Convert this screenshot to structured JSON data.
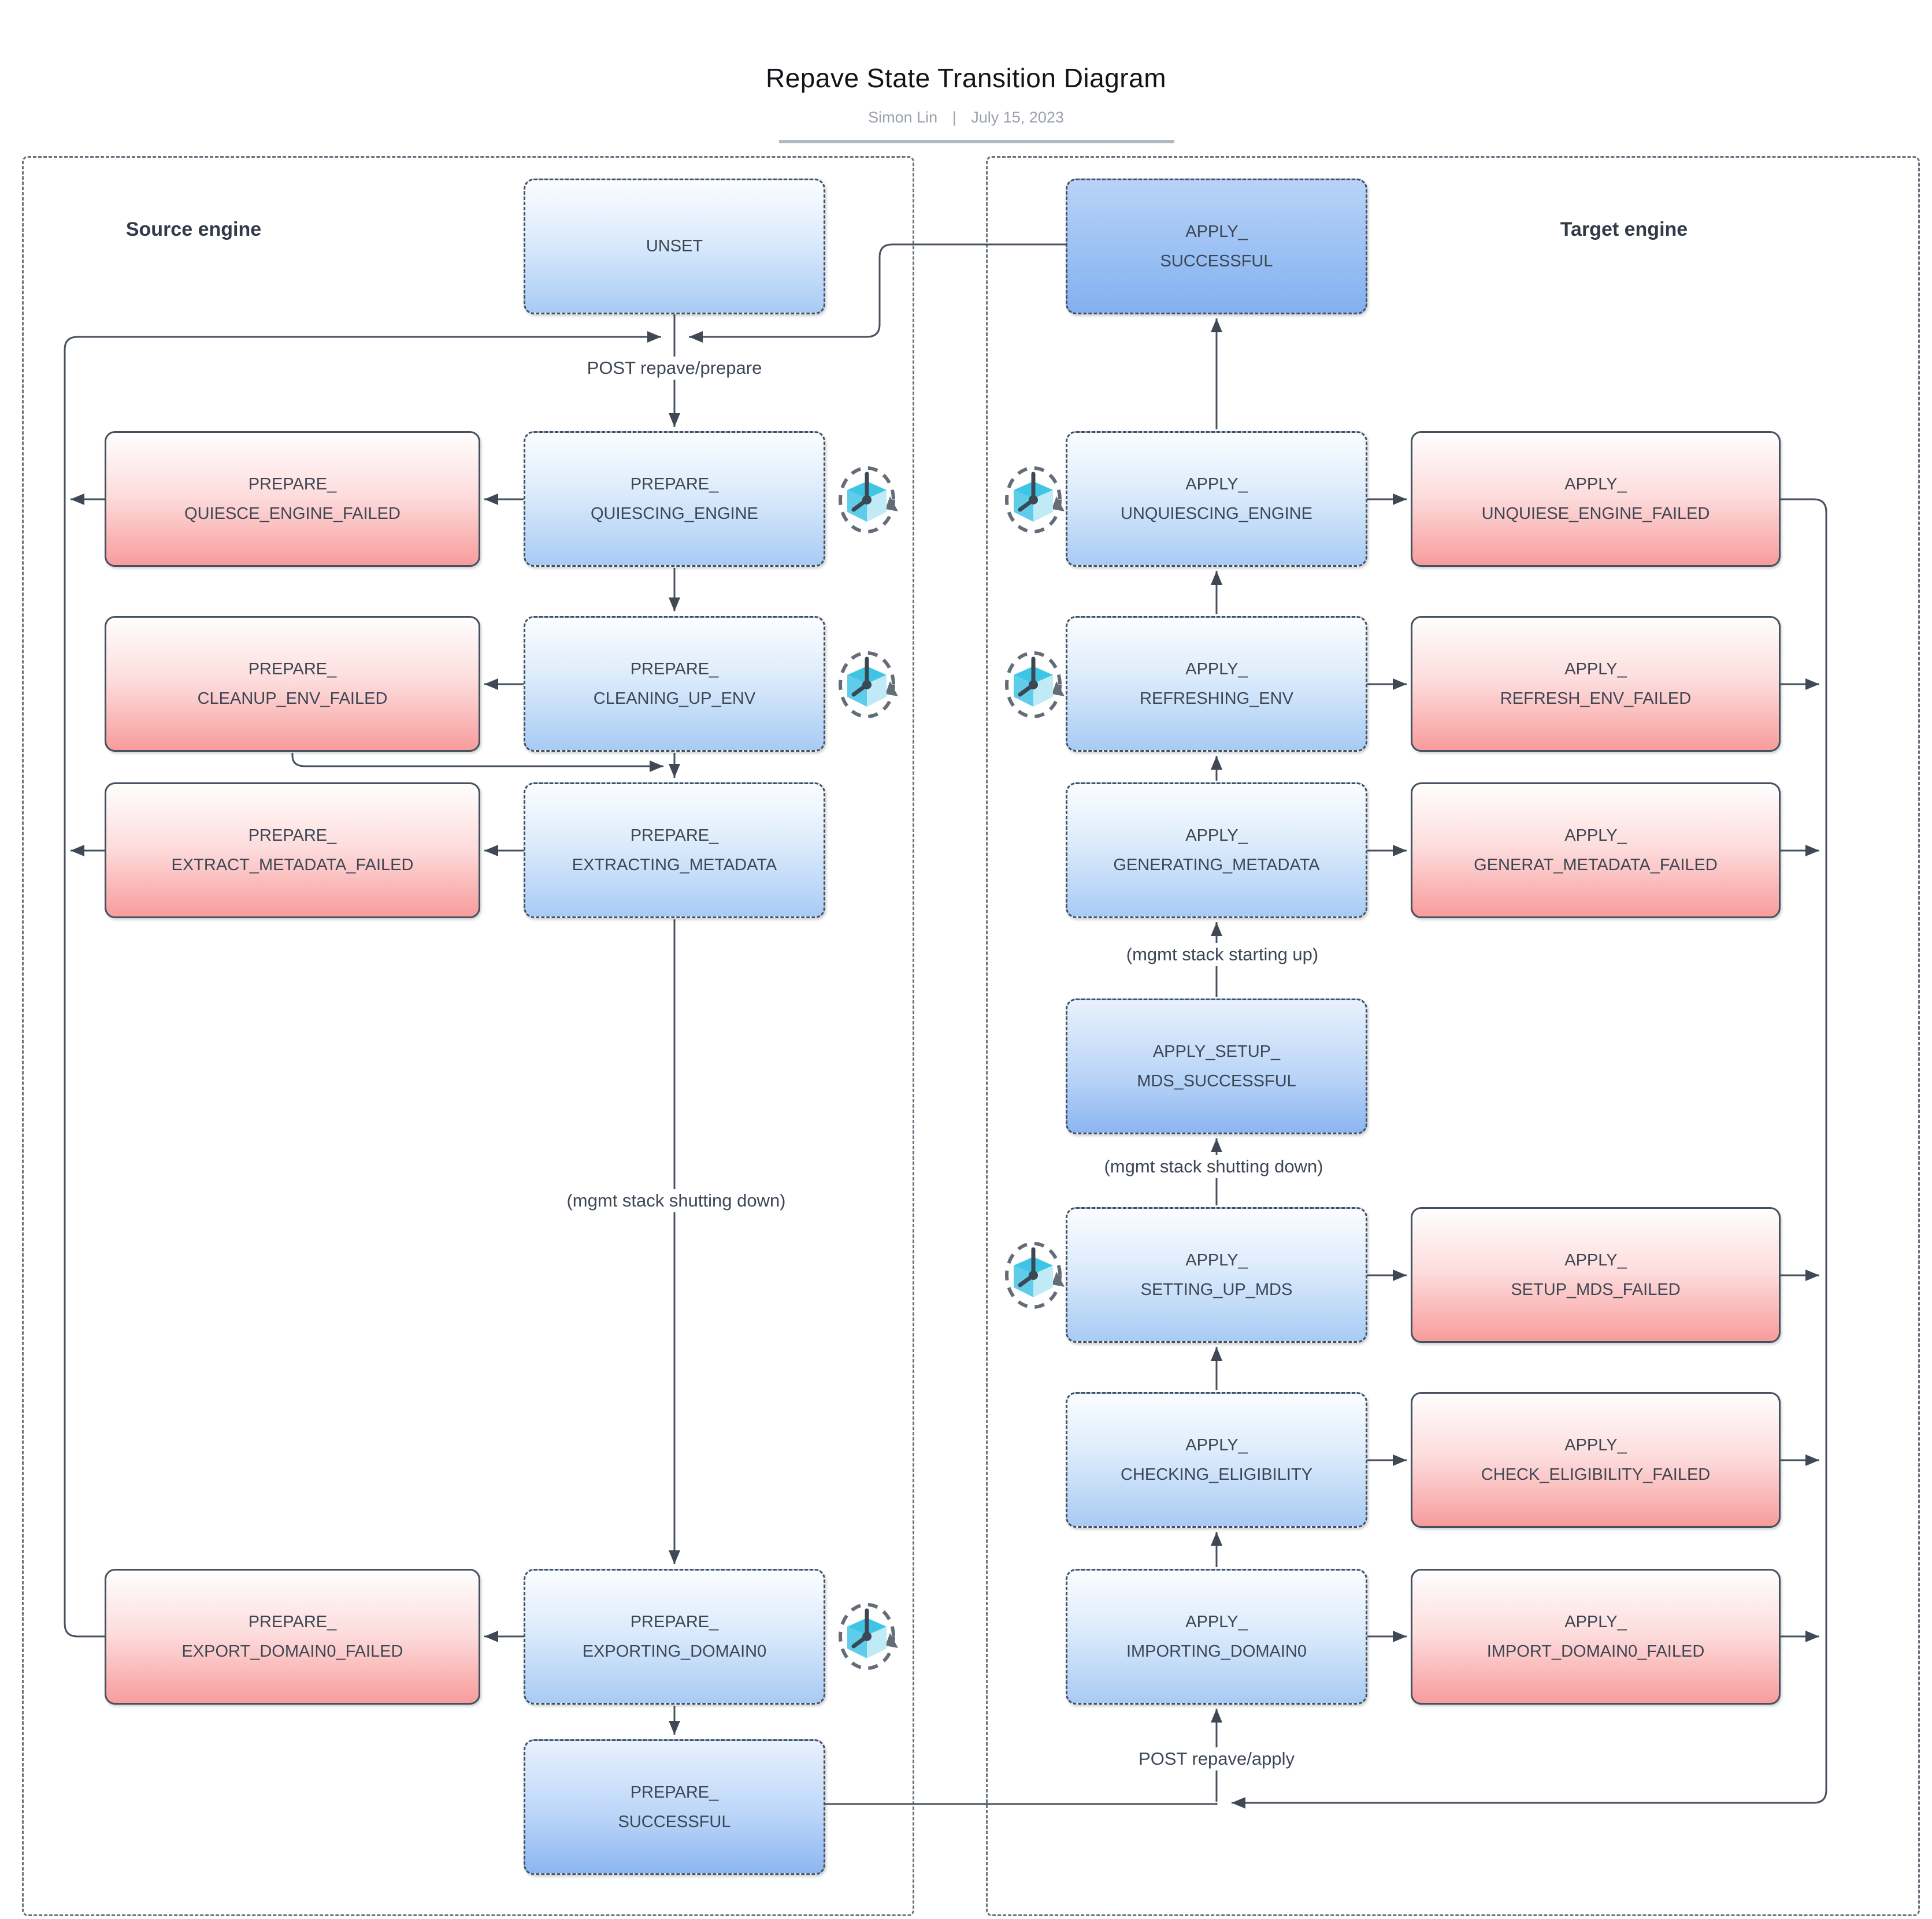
{
  "title": "Repave State Transition Diagram",
  "byline": {
    "author": "Simon Lin",
    "separator": "|",
    "date": "July 15, 2023"
  },
  "containers": {
    "source": "Source engine",
    "target": "Target engine"
  },
  "states": {
    "unset": "UNSET",
    "prepare_quiescing_engine": "PREPARE_\nQUIESCING_ENGINE",
    "prepare_quiesce_engine_failed": "PREPARE_\nQUIESCE_ENGINE_FAILED",
    "prepare_cleaning_up_env": "PREPARE_\nCLEANING_UP_ENV",
    "prepare_cleanup_env_failed": "PREPARE_\nCLEANUP_ENV_FAILED",
    "prepare_extracting_metadata": "PREPARE_\nEXTRACTING_METADATA",
    "prepare_extract_metadata_failed": "PREPARE_\nEXTRACT_METADATA_FAILED",
    "prepare_exporting_domain0": "PREPARE_\nEXPORTING_DOMAIN0",
    "prepare_export_domain0_failed": "PREPARE_\nEXPORT_DOMAIN0_FAILED",
    "prepare_successful": "PREPARE_\nSUCCESSFUL",
    "apply_successful": "APPLY_\nSUCCESSFUL",
    "apply_unquiescing_engine": "APPLY_\nUNQUIESCING_ENGINE",
    "apply_unquiese_engine_failed": "APPLY_\nUNQUIESE_ENGINE_FAILED",
    "apply_refreshing_env": "APPLY_\nREFRESHING_ENV",
    "apply_refresh_env_failed": "APPLY_\nREFRESH_ENV_FAILED",
    "apply_generating_metadata": "APPLY_\nGENERATING_METADATA",
    "apply_generat_metadata_failed": "APPLY_\nGENERAT_METADATA_FAILED",
    "apply_setup_mds_successful": "APPLY_SETUP_\nMDS_SUCCESSFUL",
    "apply_setting_up_mds": "APPLY_\nSETTING_UP_MDS",
    "apply_setup_mds_failed": "APPLY_\nSETUP_MDS_FAILED",
    "apply_checking_eligibility": "APPLY_\nCHECKING_ELIGIBILITY",
    "apply_check_eligibility_failed": "APPLY_\nCHECK_ELIGIBILITY_FAILED",
    "apply_importing_domain0": "APPLY_\nIMPORTING_DOMAIN0",
    "apply_import_domain0_failed": "APPLY_\nIMPORT_DOMAIN0_FAILED"
  },
  "edge_labels": {
    "post_prepare": "POST repave/prepare",
    "mgmt_shutting_down_source": "(mgmt stack shutting down)",
    "mgmt_starting_up": "(mgmt stack starting up)",
    "mgmt_shutting_down_target": "(mgmt stack shutting down)",
    "post_apply": "POST repave/apply"
  },
  "icons": {
    "retry_clock": "clock-cube-cycle-icon"
  },
  "colors": {
    "progress_fill_bottom": "#a8cbf4",
    "success_fill_bottom": "#86b2f1",
    "failed_fill_bottom": "#f89c9c",
    "node_border": "#46505e",
    "connector": "#47505c",
    "icon_cyan_top": "#3ec5e6",
    "icon_cyan_left": "#5fcde9",
    "icon_cyan_right": "#c0eaf5",
    "subtitle_gray": "#9aa1ac"
  }
}
